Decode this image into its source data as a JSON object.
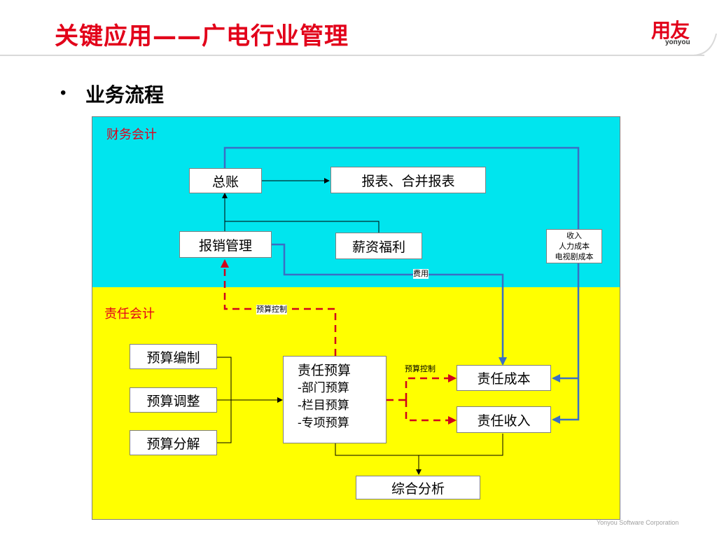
{
  "header": {
    "title": "关键应用——广电行业管理",
    "logo_cn": "用友",
    "logo_en": "yonyou"
  },
  "bullet": {
    "text": "业务流程"
  },
  "diagram": {
    "sections": {
      "financial": "财务会计",
      "responsibility": "责任会计"
    },
    "nodes": {
      "general_ledger": "总账",
      "reports": "报表、合并报表",
      "reimbursement": "报销管理",
      "payroll": "薪资福利",
      "budget_compile": "预算编制",
      "budget_adjust": "预算调整",
      "budget_decompose": "预算分解",
      "resp_budget_title": "责任预算",
      "resp_budget_line1": "-部门预算",
      "resp_budget_line2": "-栏目预算",
      "resp_budget_line3": "-专项预算",
      "resp_cost": "责任成本",
      "resp_income": "责任收入",
      "analysis": "综合分析"
    },
    "edge_labels": {
      "budget_control_upper": "预算控制",
      "budget_control_right": "预算控制",
      "expense": "费用",
      "income_line1": "收入",
      "income_line2": "人力成本",
      "income_line3": "电视剧成本"
    }
  },
  "footer": {
    "company": "Yonyou Software Corporation"
  },
  "colors": {
    "brand_red": "#e2001a",
    "financial_bg": "#00e5ee",
    "responsibility_bg": "#ffff00",
    "flow_blue": "#3a6fc4",
    "control_red": "#d0021b"
  }
}
